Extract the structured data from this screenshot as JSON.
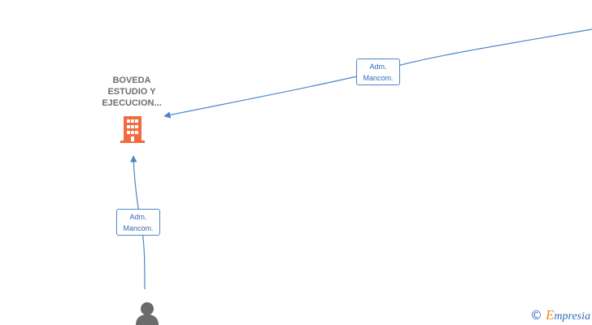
{
  "company": {
    "name_lines": [
      "BOVEDA",
      "ESTUDIO Y",
      "EJECUCION..."
    ],
    "icon": "building-icon",
    "icon_color": "#f26a3d"
  },
  "person": {
    "icon": "person-icon",
    "icon_color": "#6b6b6b"
  },
  "edges": [
    {
      "from": "off-screen-node-top-right",
      "to": "company",
      "label_lines": [
        "Adm.",
        "Mancom."
      ]
    },
    {
      "from": "person",
      "to": "company",
      "label_lines": [
        "Adm.",
        "Mancom."
      ]
    }
  ],
  "edge_color": "#4a86c8",
  "watermark": {
    "symbol": "©",
    "brand_initial": "E",
    "brand_rest": "mpresia",
    "initial_color": "#f08a24",
    "color": "#2f6db5"
  }
}
